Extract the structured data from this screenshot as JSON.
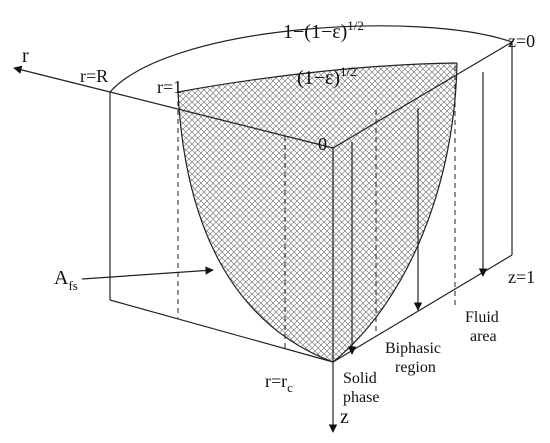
{
  "labels": {
    "r": "r",
    "r_R": "r=R",
    "r_1": "r=1",
    "origin": "0",
    "z": "z",
    "z0": "z=0",
    "z1": "z=1",
    "rc_prefix": "r=r",
    "rc_sub": "c",
    "afs_main": "A",
    "afs_sub": "fs",
    "top_formula_a": "1−(1−ε)",
    "top_formula_a_exp": "1/2",
    "top_formula_b": "(1−ε)",
    "top_formula_b_exp": "1/2",
    "solid_line1": "Solid",
    "solid_line2": "phase",
    "biphasic_line1": "Biphasic",
    "biphasic_line2": "region",
    "fluid_line1": "Fluid",
    "fluid_line2": "area"
  },
  "colors": {
    "line": "#222222",
    "hatch": "#666666",
    "background": "#ffffff"
  }
}
